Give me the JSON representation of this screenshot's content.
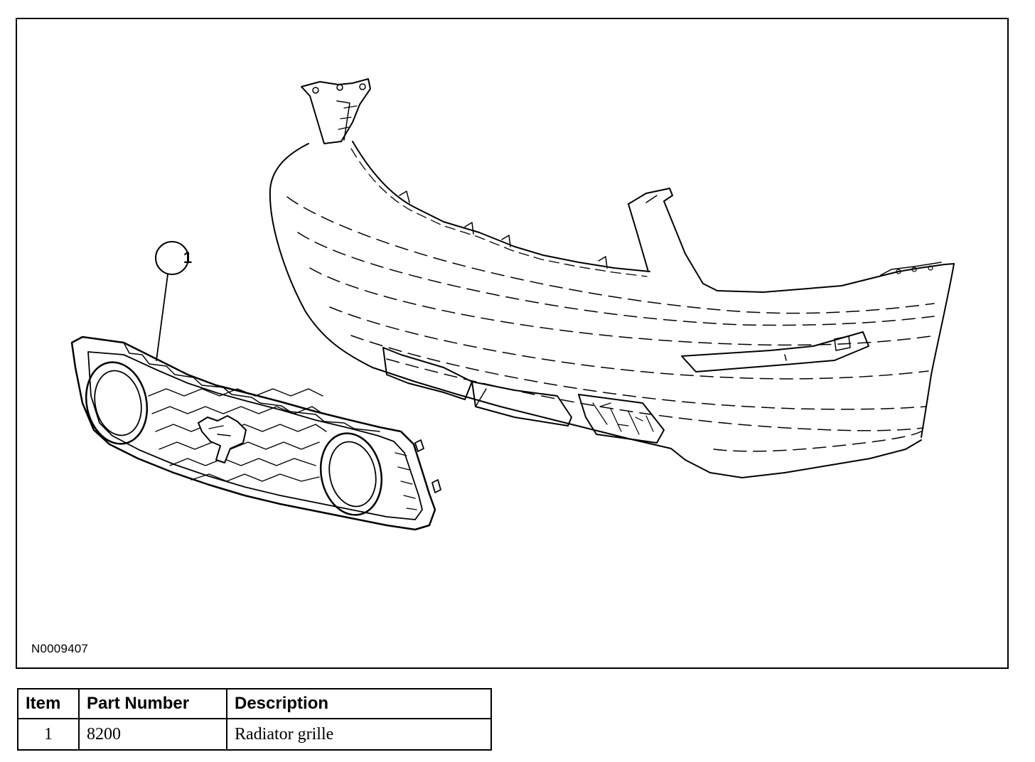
{
  "figure": {
    "id": "N0009407",
    "callouts": [
      {
        "number": "1"
      }
    ]
  },
  "parts_table": {
    "headers": {
      "item": "Item",
      "part_number": "Part Number",
      "description": "Description"
    },
    "rows": [
      {
        "item": "1",
        "part_number": "8200",
        "description": "Radiator grille"
      }
    ]
  },
  "colors": {
    "line": "#000000",
    "background": "#ffffff"
  }
}
